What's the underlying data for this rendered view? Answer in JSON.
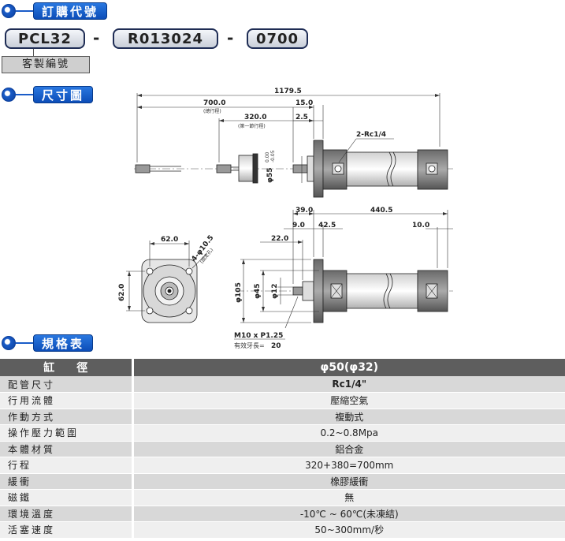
{
  "sections": {
    "order": "訂購代號",
    "dimensions": "尺寸圖",
    "specs": "規格表"
  },
  "order_code": {
    "part1": "PCL32",
    "dash1": "-",
    "part2": "R013024",
    "dash2": "-",
    "part3": "0700",
    "custom_label": "客製編號"
  },
  "drawing_top": {
    "overall": "1179.5",
    "stroke_total": "700.0",
    "stroke_total_note": "(總行程)",
    "stroke_first": "320.0",
    "stroke_first_note": "(第一節行程)",
    "flange": "15.0",
    "shoulder": "2.5",
    "port": "2-Rc1/4",
    "rod_dia": "φ55",
    "rod_tol_upper": "0.00",
    "rod_tol_lower": "-0.05"
  },
  "drawing_front": {
    "pcd": "62.0",
    "height": "62.0",
    "holes": "4-φ10.5",
    "holes_note": "(固定孔)"
  },
  "drawing_side": {
    "d39": "39.0",
    "d440": "440.5",
    "d9": "9.0",
    "d42": "42.5",
    "d10": "10.0",
    "d22": "22.0",
    "dia105": "φ105",
    "dia45": "φ45",
    "dia12": "φ12",
    "thread": "M10 x P1.25",
    "thread_len_label": "有效牙長=",
    "thread_len": "20"
  },
  "specs": {
    "header_key": "缸　　徑",
    "header_val": "φ50(φ32)",
    "rows": [
      {
        "k": "配管尺寸",
        "v": "Rc1/4\""
      },
      {
        "k": "行用流體",
        "v": "壓縮空氣"
      },
      {
        "k": "作動方式",
        "v": "複動式"
      },
      {
        "k": "操作壓力範圍",
        "v": "0.2~0.8Mpa"
      },
      {
        "k": "本體材質",
        "v": "鋁合金"
      },
      {
        "k": "行程",
        "v": "320+380=700mm"
      },
      {
        "k": "緩衝",
        "v": "橡膠緩衝"
      },
      {
        "k": "磁鐵",
        "v": "無"
      },
      {
        "k": "環境溫度",
        "v": "-10℃ ~ 60℃(未凍結)"
      },
      {
        "k": "活塞速度",
        "v": "50~300mm/秒"
      }
    ]
  }
}
